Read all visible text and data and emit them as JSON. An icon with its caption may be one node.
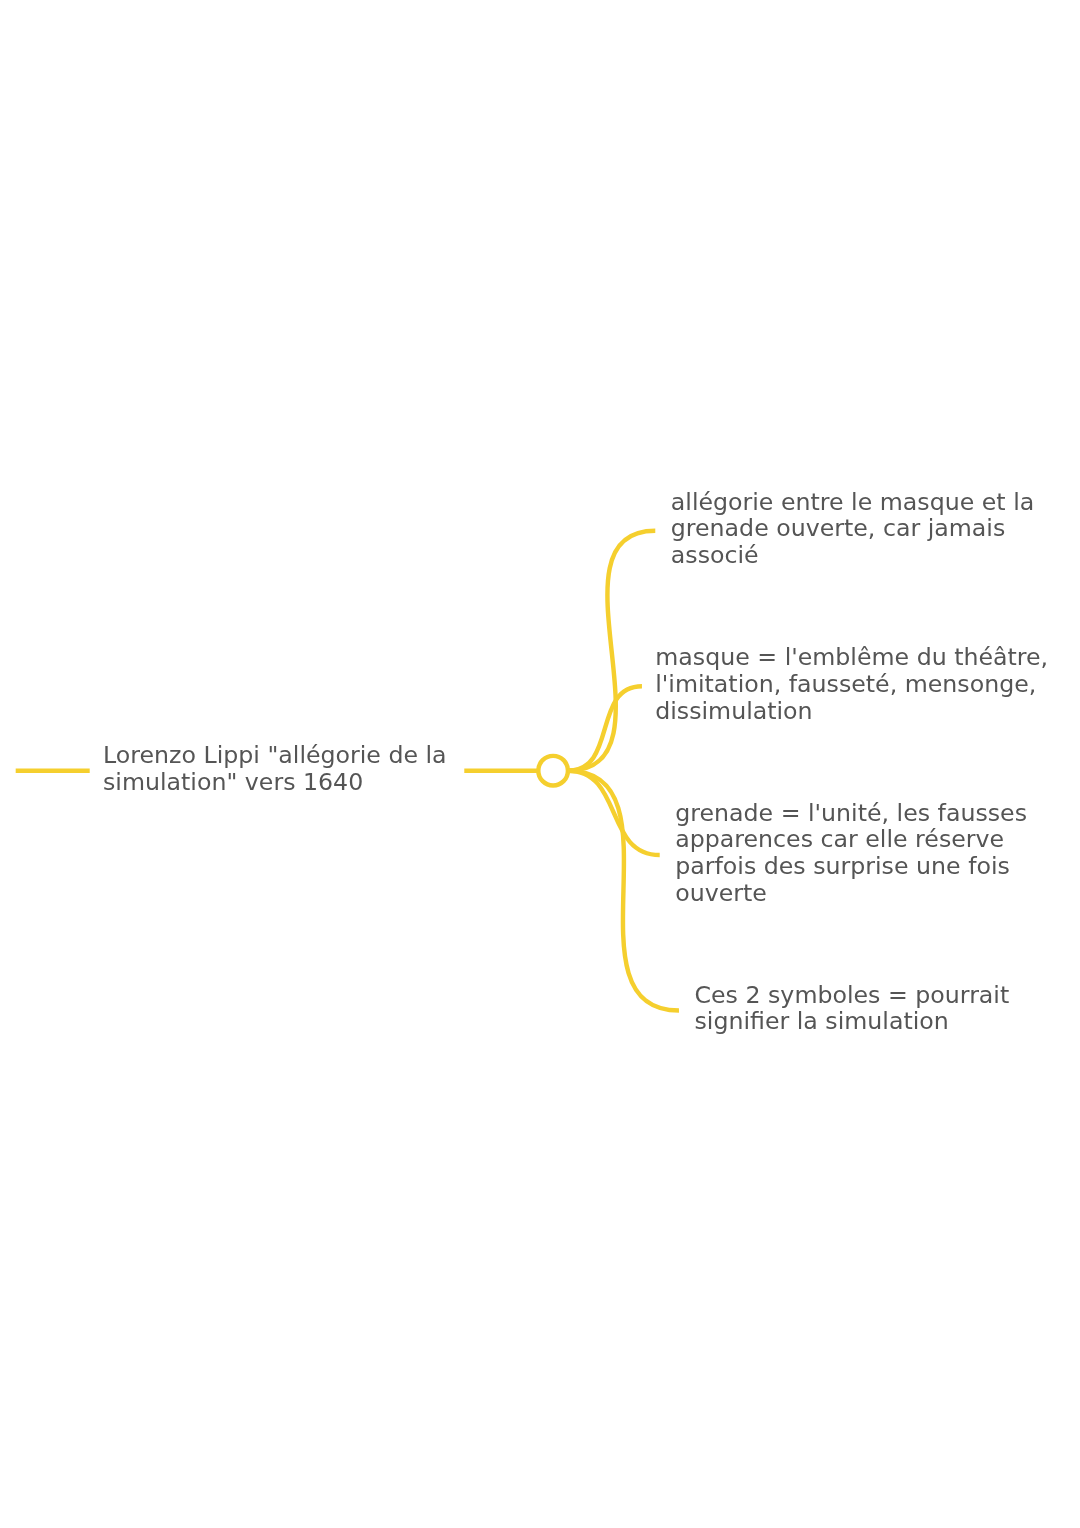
{
  "diagram": {
    "nodes": [
      {
        "text": [
          "Lorenzo Lippi \"allégorie de la simulation\" vers 1640"
        ]
      },
      {
        "text": [],
        "shape": "circle"
      },
      {
        "text": [
          "allégorie entre le masque et la grenade ouverte, car jamais associé"
        ]
      },
      {
        "text": [
          "masque = l'emblême du théâtre, l'imitation, fausseté, mensonge, dissimulation"
        ]
      },
      {
        "text": [
          "grenade = l'unité, les fausses apparences car elle réserve parfois des surprise une fois ouverte"
        ]
      },
      {
        "text": [
          "Ces 2 symboles = pourrait signifier la simulation"
        ]
      }
    ],
    "edges": [
      {
        "from": null,
        "to": 0,
        "arrow": "none"
      },
      {
        "from": 0,
        "to": 1,
        "arrow": "none"
      },
      {
        "from": 1,
        "to": 2,
        "arrow": "none"
      },
      {
        "from": 1,
        "to": 3,
        "arrow": "none"
      },
      {
        "from": 1,
        "to": 4,
        "arrow": "none"
      },
      {
        "from": 1,
        "to": 5,
        "arrow": "none"
      }
    ]
  }
}
